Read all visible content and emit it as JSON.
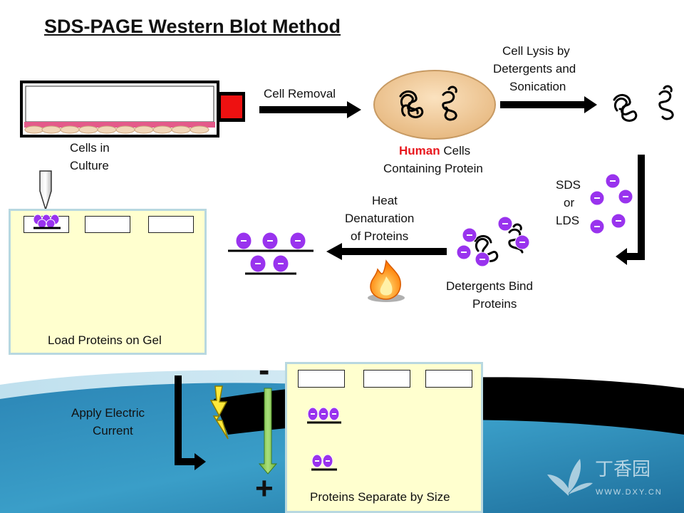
{
  "title": "SDS-PAGE Western Blot Method",
  "labels": {
    "cells_in_culture": [
      "Cells in",
      "Culture"
    ],
    "cell_removal": "Cell Removal",
    "human": "Human",
    "cells_containing_protein": [
      "Cells",
      "Containing Protein"
    ],
    "cell_lysis": [
      "Cell Lysis by",
      "Detergents and",
      "Sonication"
    ],
    "sds_or_lds": [
      "SDS",
      "or",
      "LDS"
    ],
    "detergents_bind": [
      "Detergents Bind",
      "Proteins"
    ],
    "heat_denaturation": [
      "Heat",
      "Denaturation",
      "of Proteins"
    ],
    "load_proteins": "Load Proteins on Gel",
    "apply_current": [
      "Apply Electric",
      "Current"
    ],
    "proteins_separate": "Proteins Separate by Size",
    "minus_pole": "-",
    "plus_pole": "+",
    "sds_charge": "-"
  },
  "watermark": {
    "brand": "丁香园",
    "url": "WWW.DXY.CN"
  },
  "colors": {
    "sds": "#9933ee",
    "arrow": "#000000",
    "gel": "#ffffcf",
    "gel_border": "#b8d8e0",
    "dish_tab": "#ee1111",
    "cell_oval": "#f7cf9c",
    "flame": "#ff9900",
    "electrode": "#8fd04b"
  }
}
